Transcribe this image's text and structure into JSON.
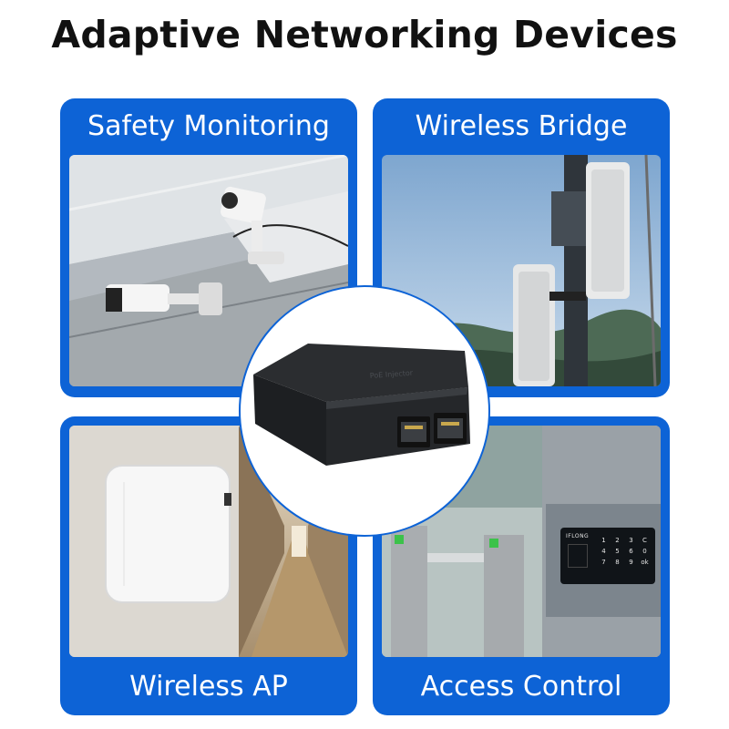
{
  "title": "Adaptive Networking Devices",
  "cards": [
    {
      "label": "Safety Monitoring",
      "image": "security-cameras-photo"
    },
    {
      "label": "Wireless Bridge",
      "image": "wireless-bridge-antennas-photo"
    },
    {
      "label": "Wireless AP",
      "image": "wireless-access-point-photo"
    },
    {
      "label": "Access Control",
      "image": "turnstile-keypad-photo"
    }
  ],
  "center_image": "poe-injector-device-photo",
  "keypad": {
    "brand": "IFLONG",
    "keys": [
      "1",
      "2",
      "3",
      "C",
      "4",
      "5",
      "6",
      "0",
      "7",
      "8",
      "9",
      "ok"
    ]
  },
  "colors": {
    "accent": "#0d63d6",
    "title": "#111111",
    "background": "#ffffff"
  }
}
